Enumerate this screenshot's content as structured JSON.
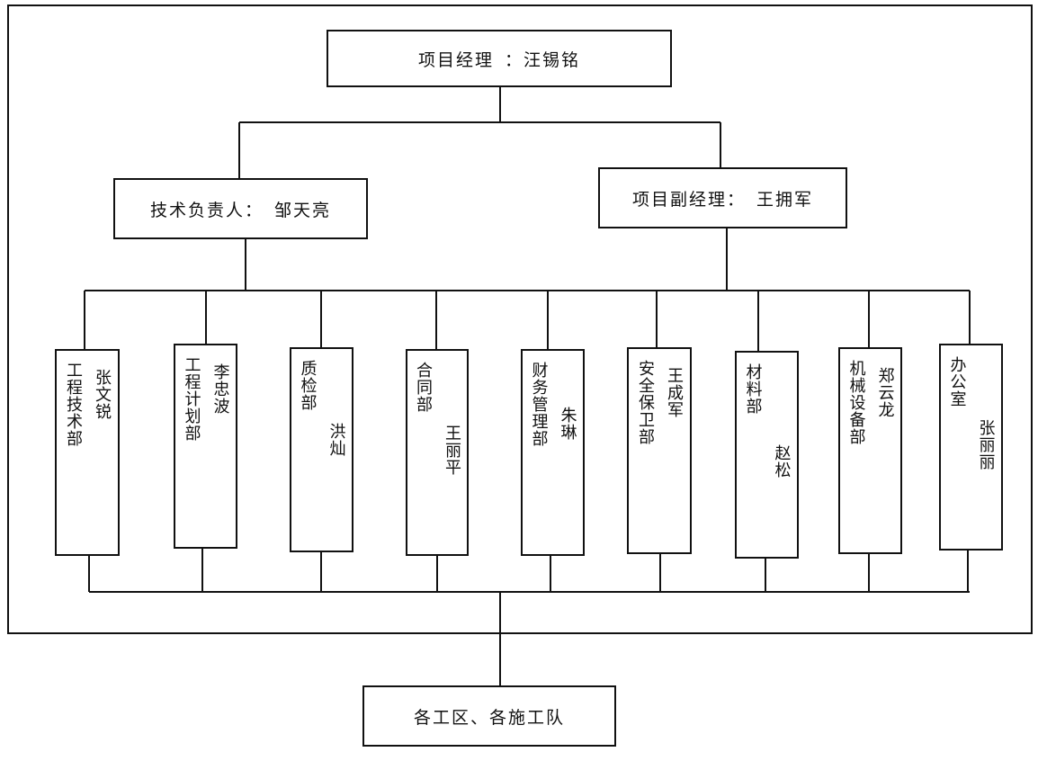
{
  "top": {
    "title": "项目经理",
    "sep": "：",
    "name": "汪锡铭"
  },
  "tech": {
    "title": "技术负责人：",
    "name": "邹天亮"
  },
  "deputy": {
    "title": "项目副经理：",
    "name": "王拥军"
  },
  "depts": [
    {
      "title": "工程技术部",
      "name": "张文锐"
    },
    {
      "title": "工程计划部",
      "name": "李忠波"
    },
    {
      "title": "质检部",
      "name": "洪灿"
    },
    {
      "title": "合同部",
      "name": "王丽平"
    },
    {
      "title": "财务管理部",
      "name": "朱琳"
    },
    {
      "title": "安全保卫部",
      "name": "王成军"
    },
    {
      "title": "材料部",
      "name": "赵松"
    },
    {
      "title": "机械设备部",
      "name": "郑云龙"
    },
    {
      "title": "办公室",
      "name": "张丽丽"
    }
  ],
  "bottom": {
    "label": "各工区、各施工队"
  }
}
